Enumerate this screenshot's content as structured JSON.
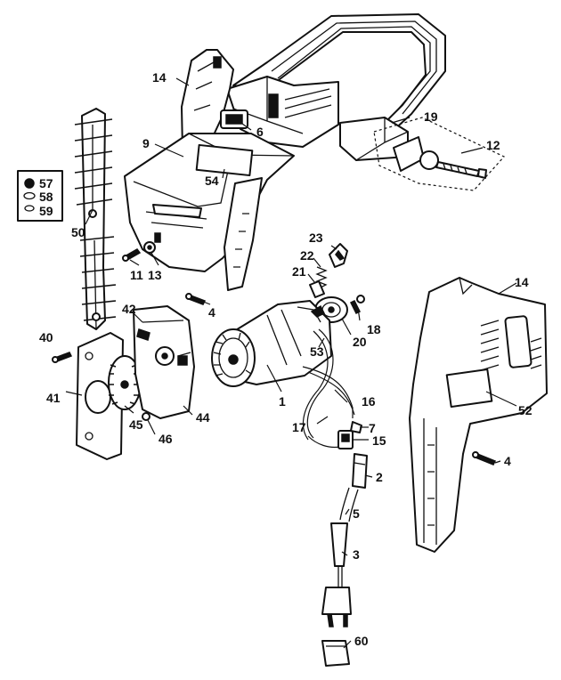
{
  "labels": {
    "l1": "1",
    "l2": "2",
    "l3": "3",
    "l4a": "4",
    "l4b": "4",
    "l5": "5",
    "l6": "6",
    "l7": "7",
    "l9": "9",
    "l11": "11",
    "l12": "12",
    "l13": "13",
    "l14a": "14",
    "l14b": "14",
    "l15": "15",
    "l16": "16",
    "l17": "17",
    "l18": "18",
    "l19": "19",
    "l20": "20",
    "l21": "21",
    "l22": "22",
    "l23": "23",
    "l40": "40",
    "l41": "41",
    "l42": "42",
    "l44": "44",
    "l45": "45",
    "l46": "46",
    "l50": "50",
    "l52": "52",
    "l53": "53",
    "l54": "54",
    "l57": "57",
    "l58": "58",
    "l59": "59",
    "l60": "60"
  },
  "colors": {
    "ink": "#111111",
    "paper": "#ffffff"
  }
}
